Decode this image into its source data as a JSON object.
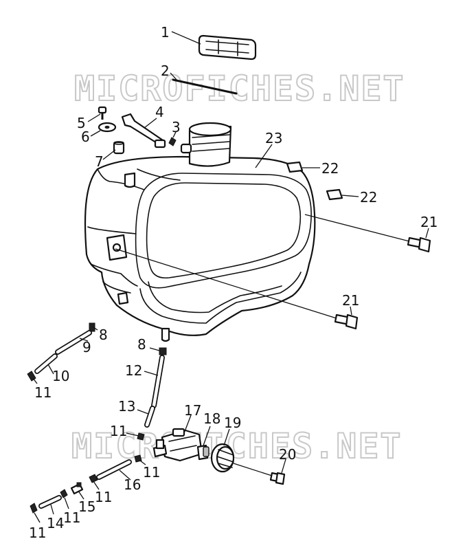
{
  "watermark": {
    "text": "MICROFICHES.NET",
    "color": "#c8c8c8"
  },
  "colors": {
    "line": "#111111",
    "background": "#ffffff"
  },
  "callouts": {
    "c1": "1",
    "c2": "2",
    "c3": "3",
    "c4": "4",
    "c5": "5",
    "c6": "6",
    "c7": "7",
    "c8a": "8",
    "c8b": "8",
    "c9": "9",
    "c10": "10",
    "c11a": "11",
    "c11b": "11",
    "c11c": "11",
    "c11d": "11",
    "c11e": "11",
    "c11f": "11",
    "c12": "12",
    "c13": "13",
    "c14": "14",
    "c15": "15",
    "c16": "16",
    "c17": "17",
    "c18": "18",
    "c19": "19",
    "c20": "20",
    "c21a": "21",
    "c21b": "21",
    "c22a": "22",
    "c22b": "22",
    "c23": "23"
  }
}
